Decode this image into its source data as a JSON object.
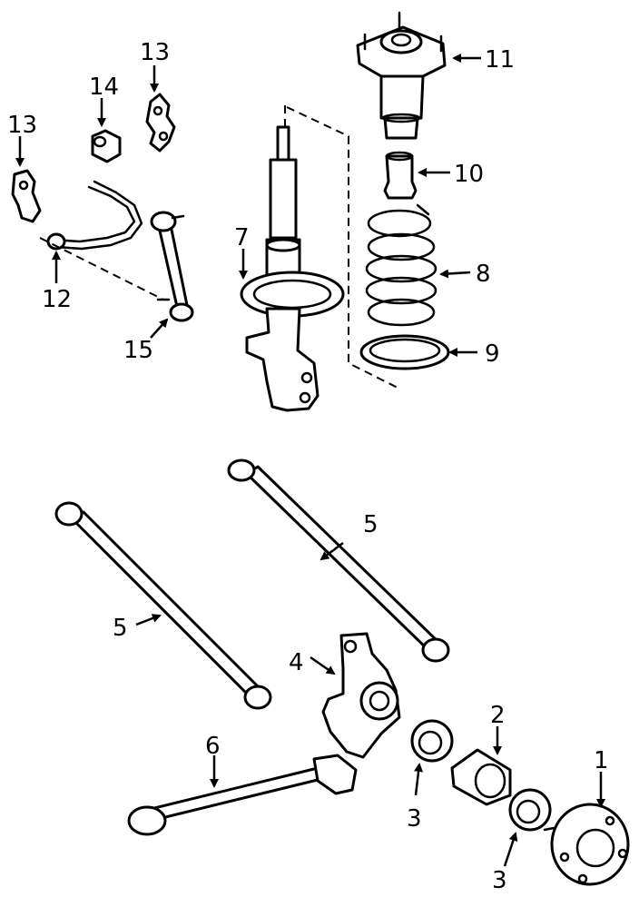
{
  "diagram": {
    "callouts": [
      {
        "id": "c1",
        "label": "1"
      },
      {
        "id": "c2",
        "label": "2"
      },
      {
        "id": "c3a",
        "label": "3"
      },
      {
        "id": "c3b",
        "label": "3"
      },
      {
        "id": "c4",
        "label": "4"
      },
      {
        "id": "c5a",
        "label": "5"
      },
      {
        "id": "c5b",
        "label": "5"
      },
      {
        "id": "c6",
        "label": "6"
      },
      {
        "id": "c7",
        "label": "7"
      },
      {
        "id": "c8",
        "label": "8"
      },
      {
        "id": "c9",
        "label": "9"
      },
      {
        "id": "c10",
        "label": "10"
      },
      {
        "id": "c11",
        "label": "11"
      },
      {
        "id": "c12",
        "label": "12"
      },
      {
        "id": "c13a",
        "label": "13"
      },
      {
        "id": "c13b",
        "label": "13"
      },
      {
        "id": "c14",
        "label": "14"
      },
      {
        "id": "c15",
        "label": "15"
      }
    ],
    "parts": [
      {
        "id": "hub",
        "icon": "wheel-hub-icon"
      },
      {
        "id": "bushing",
        "icon": "bushing-icon"
      },
      {
        "id": "bearing",
        "icon": "bearing-icon"
      },
      {
        "id": "knuckle",
        "icon": "steering-knuckle-icon"
      },
      {
        "id": "lateral-arm",
        "icon": "lateral-arm-icon"
      },
      {
        "id": "trailing-arm",
        "icon": "trailing-arm-icon"
      },
      {
        "id": "strut",
        "icon": "strut-icon"
      },
      {
        "id": "coil-spring",
        "icon": "coil-spring-icon"
      },
      {
        "id": "spring-insulator",
        "icon": "insulator-icon"
      },
      {
        "id": "bump-stop",
        "icon": "bump-stop-icon"
      },
      {
        "id": "strut-mount",
        "icon": "strut-mount-icon"
      },
      {
        "id": "stabilizer-bar",
        "icon": "stabilizer-bar-icon"
      },
      {
        "id": "stabilizer-bracket",
        "icon": "bracket-icon"
      },
      {
        "id": "stabilizer-bushing",
        "icon": "bushing-icon"
      },
      {
        "id": "stabilizer-link",
        "icon": "stabilizer-link-icon"
      }
    ]
  }
}
